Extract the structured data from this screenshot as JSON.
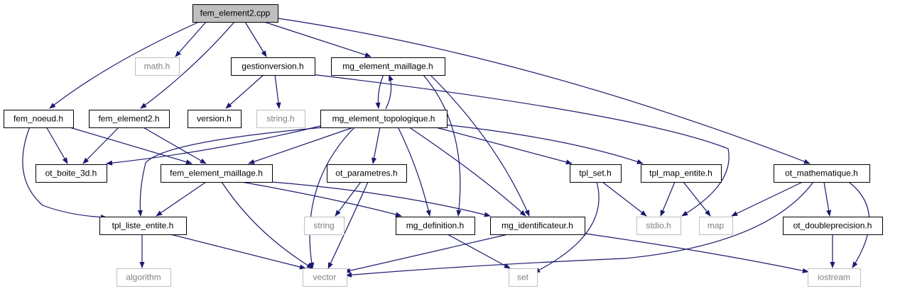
{
  "diagram": {
    "root": "fem_element2.cpp",
    "colors": {
      "edge": "#191970",
      "root_fill": "#bfbfbf",
      "node_border": "#000000",
      "external_border": "#bfbfbf",
      "external_text": "#7f7f7f",
      "text": "#000000"
    },
    "nodes": [
      {
        "id": "fem_element2_cpp",
        "label": "fem_element2.cpp",
        "kind": "root"
      },
      {
        "id": "math_h",
        "label": "math.h",
        "kind": "external"
      },
      {
        "id": "gestionversion_h",
        "label": "gestionversion.h",
        "kind": "internal"
      },
      {
        "id": "mg_element_maillage_h",
        "label": "mg_element_maillage.h",
        "kind": "internal"
      },
      {
        "id": "fem_noeud_h",
        "label": "fem_noeud.h",
        "kind": "internal"
      },
      {
        "id": "fem_element2_h",
        "label": "fem_element2.h",
        "kind": "internal"
      },
      {
        "id": "version_h",
        "label": "version.h",
        "kind": "internal"
      },
      {
        "id": "string_h",
        "label": "string.h",
        "kind": "external"
      },
      {
        "id": "mg_element_topologique_h",
        "label": "mg_element_topologique.h",
        "kind": "internal"
      },
      {
        "id": "ot_boite_3d_h",
        "label": "ot_boite_3d.h",
        "kind": "internal"
      },
      {
        "id": "fem_element_maillage_h",
        "label": "fem_element_maillage.h",
        "kind": "internal"
      },
      {
        "id": "ot_parametres_h",
        "label": "ot_parametres.h",
        "kind": "internal"
      },
      {
        "id": "tpl_set_h",
        "label": "tpl_set.h",
        "kind": "internal"
      },
      {
        "id": "tpl_map_entite_h",
        "label": "tpl_map_entite.h",
        "kind": "internal"
      },
      {
        "id": "ot_mathematique_h",
        "label": "ot_mathematique.h",
        "kind": "internal"
      },
      {
        "id": "tpl_liste_entite_h",
        "label": "tpl_liste_entite.h",
        "kind": "internal"
      },
      {
        "id": "string",
        "label": "string",
        "kind": "external"
      },
      {
        "id": "mg_definition_h",
        "label": "mg_definition.h",
        "kind": "internal"
      },
      {
        "id": "mg_identificateur_h",
        "label": "mg_identificateur.h",
        "kind": "internal"
      },
      {
        "id": "stdio_h",
        "label": "stdio.h",
        "kind": "external"
      },
      {
        "id": "map",
        "label": "map",
        "kind": "external"
      },
      {
        "id": "ot_doubleprecision_h",
        "label": "ot_doubleprecision.h",
        "kind": "internal"
      },
      {
        "id": "algorithm",
        "label": "algorithm",
        "kind": "external"
      },
      {
        "id": "vector",
        "label": "vector",
        "kind": "external"
      },
      {
        "id": "set",
        "label": "set",
        "kind": "external"
      },
      {
        "id": "iostream",
        "label": "iostream",
        "kind": "external"
      }
    ],
    "edges": [
      {
        "from": "fem_element2_cpp",
        "to": "math_h"
      },
      {
        "from": "fem_element2_cpp",
        "to": "gestionversion_h"
      },
      {
        "from": "fem_element2_cpp",
        "to": "mg_element_maillage_h"
      },
      {
        "from": "fem_element2_cpp",
        "to": "fem_noeud_h"
      },
      {
        "from": "fem_element2_cpp",
        "to": "fem_element2_h"
      },
      {
        "from": "fem_element2_cpp",
        "to": "ot_mathematique_h"
      },
      {
        "from": "gestionversion_h",
        "to": "version_h"
      },
      {
        "from": "gestionversion_h",
        "to": "string_h"
      },
      {
        "from": "gestionversion_h",
        "to": "stdio_h"
      },
      {
        "from": "mg_element_maillage_h",
        "to": "mg_element_topologique_h"
      },
      {
        "from": "mg_element_maillage_h",
        "to": "mg_definition_h"
      },
      {
        "from": "mg_element_maillage_h",
        "to": "mg_identificateur_h"
      },
      {
        "from": "mg_element_topologique_h",
        "to": "mg_element_maillage_h"
      },
      {
        "from": "mg_element_topologique_h",
        "to": "ot_boite_3d_h"
      },
      {
        "from": "mg_element_topologique_h",
        "to": "fem_element_maillage_h"
      },
      {
        "from": "mg_element_topologique_h",
        "to": "ot_parametres_h"
      },
      {
        "from": "mg_element_topologique_h",
        "to": "tpl_set_h"
      },
      {
        "from": "mg_element_topologique_h",
        "to": "tpl_map_entite_h"
      },
      {
        "from": "mg_element_topologique_h",
        "to": "tpl_liste_entite_h"
      },
      {
        "from": "mg_element_topologique_h",
        "to": "mg_definition_h"
      },
      {
        "from": "mg_element_topologique_h",
        "to": "mg_identificateur_h"
      },
      {
        "from": "mg_element_topologique_h",
        "to": "vector"
      },
      {
        "from": "fem_noeud_h",
        "to": "ot_boite_3d_h"
      },
      {
        "from": "fem_noeud_h",
        "to": "fem_element_maillage_h"
      },
      {
        "from": "fem_noeud_h",
        "to": "tpl_liste_entite_h"
      },
      {
        "from": "fem_element2_h",
        "to": "ot_boite_3d_h"
      },
      {
        "from": "fem_element2_h",
        "to": "fem_element_maillage_h"
      },
      {
        "from": "fem_element_maillage_h",
        "to": "tpl_liste_entite_h"
      },
      {
        "from": "fem_element_maillage_h",
        "to": "vector"
      },
      {
        "from": "fem_element_maillage_h",
        "to": "mg_definition_h"
      },
      {
        "from": "fem_element_maillage_h",
        "to": "mg_identificateur_h"
      },
      {
        "from": "ot_parametres_h",
        "to": "string"
      },
      {
        "from": "ot_parametres_h",
        "to": "vector"
      },
      {
        "from": "tpl_set_h",
        "to": "stdio_h"
      },
      {
        "from": "tpl_set_h",
        "to": "set"
      },
      {
        "from": "tpl_map_entite_h",
        "to": "stdio_h"
      },
      {
        "from": "tpl_map_entite_h",
        "to": "map"
      },
      {
        "from": "ot_mathematique_h",
        "to": "map"
      },
      {
        "from": "ot_mathematique_h",
        "to": "vector"
      },
      {
        "from": "ot_mathematique_h",
        "to": "ot_doubleprecision_h"
      },
      {
        "from": "ot_mathematique_h",
        "to": "iostream"
      },
      {
        "from": "ot_doubleprecision_h",
        "to": "iostream"
      },
      {
        "from": "tpl_liste_entite_h",
        "to": "algorithm"
      },
      {
        "from": "tpl_liste_entite_h",
        "to": "vector"
      },
      {
        "from": "mg_definition_h",
        "to": "set"
      },
      {
        "from": "mg_identificateur_h",
        "to": "vector"
      },
      {
        "from": "mg_identificateur_h",
        "to": "iostream"
      }
    ]
  }
}
